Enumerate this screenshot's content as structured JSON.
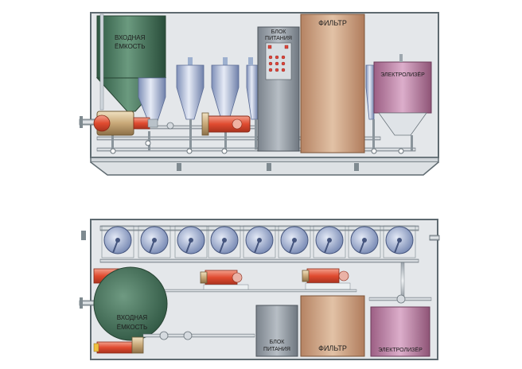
{
  "labels": {
    "tank_line1": "ВХОДНАЯ",
    "tank_line2": "ЁМКОСТЬ",
    "power_line1": "БЛОК",
    "power_line2": "ПИТАНИЯ",
    "filter": "ФИЛЬТР",
    "electrolyzer": "ЭЛЕКТРОЛИЗЁР"
  },
  "colors": {
    "frame": "#5e6a70",
    "frame_fill": "#e2e5e8",
    "tank": "#3f6b52",
    "cyclone": "#9db0cf",
    "power_block": "#8e969f",
    "filter": "#c79878",
    "electrolyzer": "#b57ea0",
    "motor_red": "#e15a40",
    "pump_body": "#c8b38b"
  }
}
